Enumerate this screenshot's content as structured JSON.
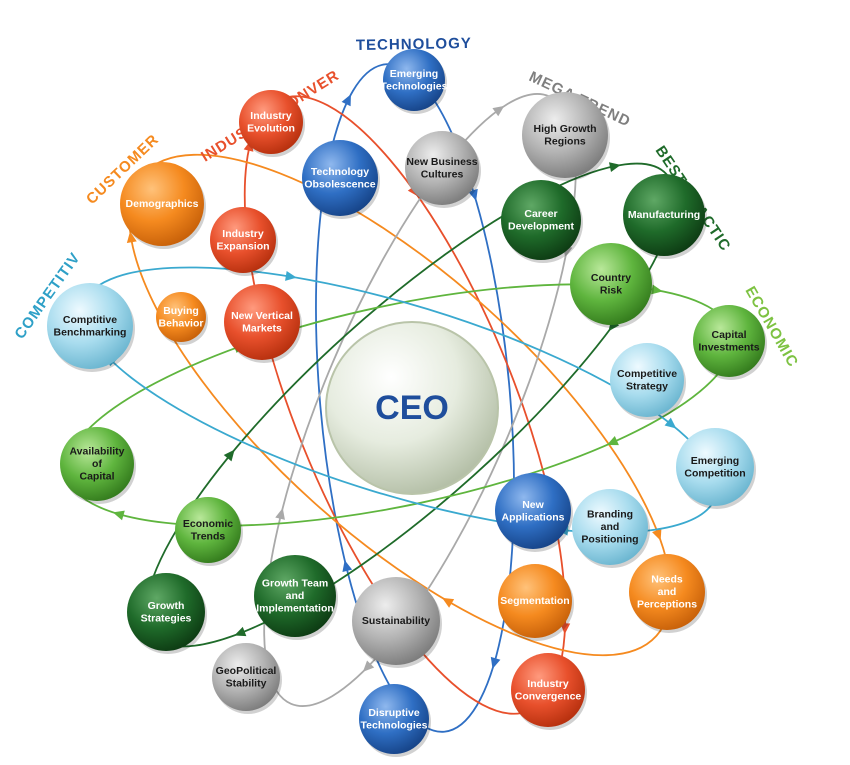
{
  "center": {
    "label": "CEO",
    "color": "#1f4e9c"
  },
  "colors": {
    "orange": "#f58a1f",
    "red": "#e8502c",
    "blue": "#2f6fc4",
    "gray": "#a9a9a9",
    "dark_green": "#1f6b2a",
    "green": "#5fb53e",
    "light_blue": "#8fd2e6"
  },
  "categories": [
    {
      "id": "customer",
      "label": "CUSTOMER",
      "color": "#f58a1f"
    },
    {
      "id": "industry",
      "label": "INDUSTRY CONVERGENCE",
      "color": "#e8502c"
    },
    {
      "id": "technology",
      "label": "TECHNOLOGY",
      "color": "#1f4e9c"
    },
    {
      "id": "megatrends",
      "label": "MEGA TRENDS",
      "color": "#7f7f7f"
    },
    {
      "id": "bestpractices",
      "label": "BEST PRACTICES",
      "color": "#1f6b2a"
    },
    {
      "id": "economic",
      "label": "ECONOMIC",
      "color": "#7dc242"
    },
    {
      "id": "competitive",
      "label": "COMPETITIVE",
      "color": "#2ea0c7"
    }
  ],
  "nodes": [
    {
      "id": "emerging-technologies",
      "lines": [
        "Emerging",
        "Technologies"
      ],
      "group": "blue"
    },
    {
      "id": "industry-evolution",
      "lines": [
        "Industry",
        "Evolution"
      ],
      "group": "red"
    },
    {
      "id": "technology-obsolescence",
      "lines": [
        "Technology",
        "Obsolescence"
      ],
      "group": "blue"
    },
    {
      "id": "new-business-cultures",
      "lines": [
        "New Business",
        "Cultures"
      ],
      "group": "gray"
    },
    {
      "id": "high-growth-regions",
      "lines": [
        "High Growth",
        "Regions"
      ],
      "group": "gray"
    },
    {
      "id": "demographics",
      "lines": [
        "Demographics"
      ],
      "group": "orange"
    },
    {
      "id": "industry-expansion",
      "lines": [
        "Industry",
        "Expansion"
      ],
      "group": "red"
    },
    {
      "id": "career-development",
      "lines": [
        "Career",
        "Development"
      ],
      "group": "dark_green"
    },
    {
      "id": "manufacturing",
      "lines": [
        "Manufacturing"
      ],
      "group": "dark_green"
    },
    {
      "id": "buying-behavior",
      "lines": [
        "Buying",
        "Behavior"
      ],
      "group": "orange"
    },
    {
      "id": "new-vertical-markets",
      "lines": [
        "New Vertical",
        "Markets"
      ],
      "group": "red"
    },
    {
      "id": "country-risk",
      "lines": [
        "Country",
        "Risk"
      ],
      "group": "green"
    },
    {
      "id": "comptitive-benchmarking",
      "lines": [
        "Comptitive",
        "Benchmarking"
      ],
      "group": "light_blue"
    },
    {
      "id": "capital-investments",
      "lines": [
        "Capital",
        "Investments"
      ],
      "group": "green"
    },
    {
      "id": "competitive-strategy",
      "lines": [
        "Competitive",
        "Strategy"
      ],
      "group": "light_blue"
    },
    {
      "id": "availability-of-capital",
      "lines": [
        "Availability",
        "of",
        "Capital"
      ],
      "group": "green"
    },
    {
      "id": "emerging-competition",
      "lines": [
        "Emerging",
        "Competition"
      ],
      "group": "light_blue"
    },
    {
      "id": "new-applications",
      "lines": [
        "New",
        "Applications"
      ],
      "group": "blue"
    },
    {
      "id": "economic-trends",
      "lines": [
        "Economic",
        "Trends"
      ],
      "group": "green"
    },
    {
      "id": "branding-and-positioning",
      "lines": [
        "Branding",
        "and",
        "Positioning"
      ],
      "group": "light_blue"
    },
    {
      "id": "needs-and-perceptions",
      "lines": [
        "Needs",
        "and",
        "Perceptions"
      ],
      "group": "orange"
    },
    {
      "id": "growth-team-and-implementation",
      "lines": [
        "Growth Team",
        "and",
        "Implementation"
      ],
      "group": "dark_green"
    },
    {
      "id": "growth-strategies",
      "lines": [
        "Growth",
        "Strategies"
      ],
      "group": "dark_green"
    },
    {
      "id": "sustainability",
      "lines": [
        "Sustainability"
      ],
      "group": "gray"
    },
    {
      "id": "segmentation",
      "lines": [
        "Segmentation"
      ],
      "group": "orange"
    },
    {
      "id": "geopolitical-stability",
      "lines": [
        "GeoPolitical",
        "Stability"
      ],
      "group": "gray"
    },
    {
      "id": "industry-convergence",
      "lines": [
        "Industry",
        "Convergence"
      ],
      "group": "red"
    },
    {
      "id": "disruptive-technologies",
      "lines": [
        "Disruptive",
        "Technologies"
      ],
      "group": "blue"
    }
  ]
}
